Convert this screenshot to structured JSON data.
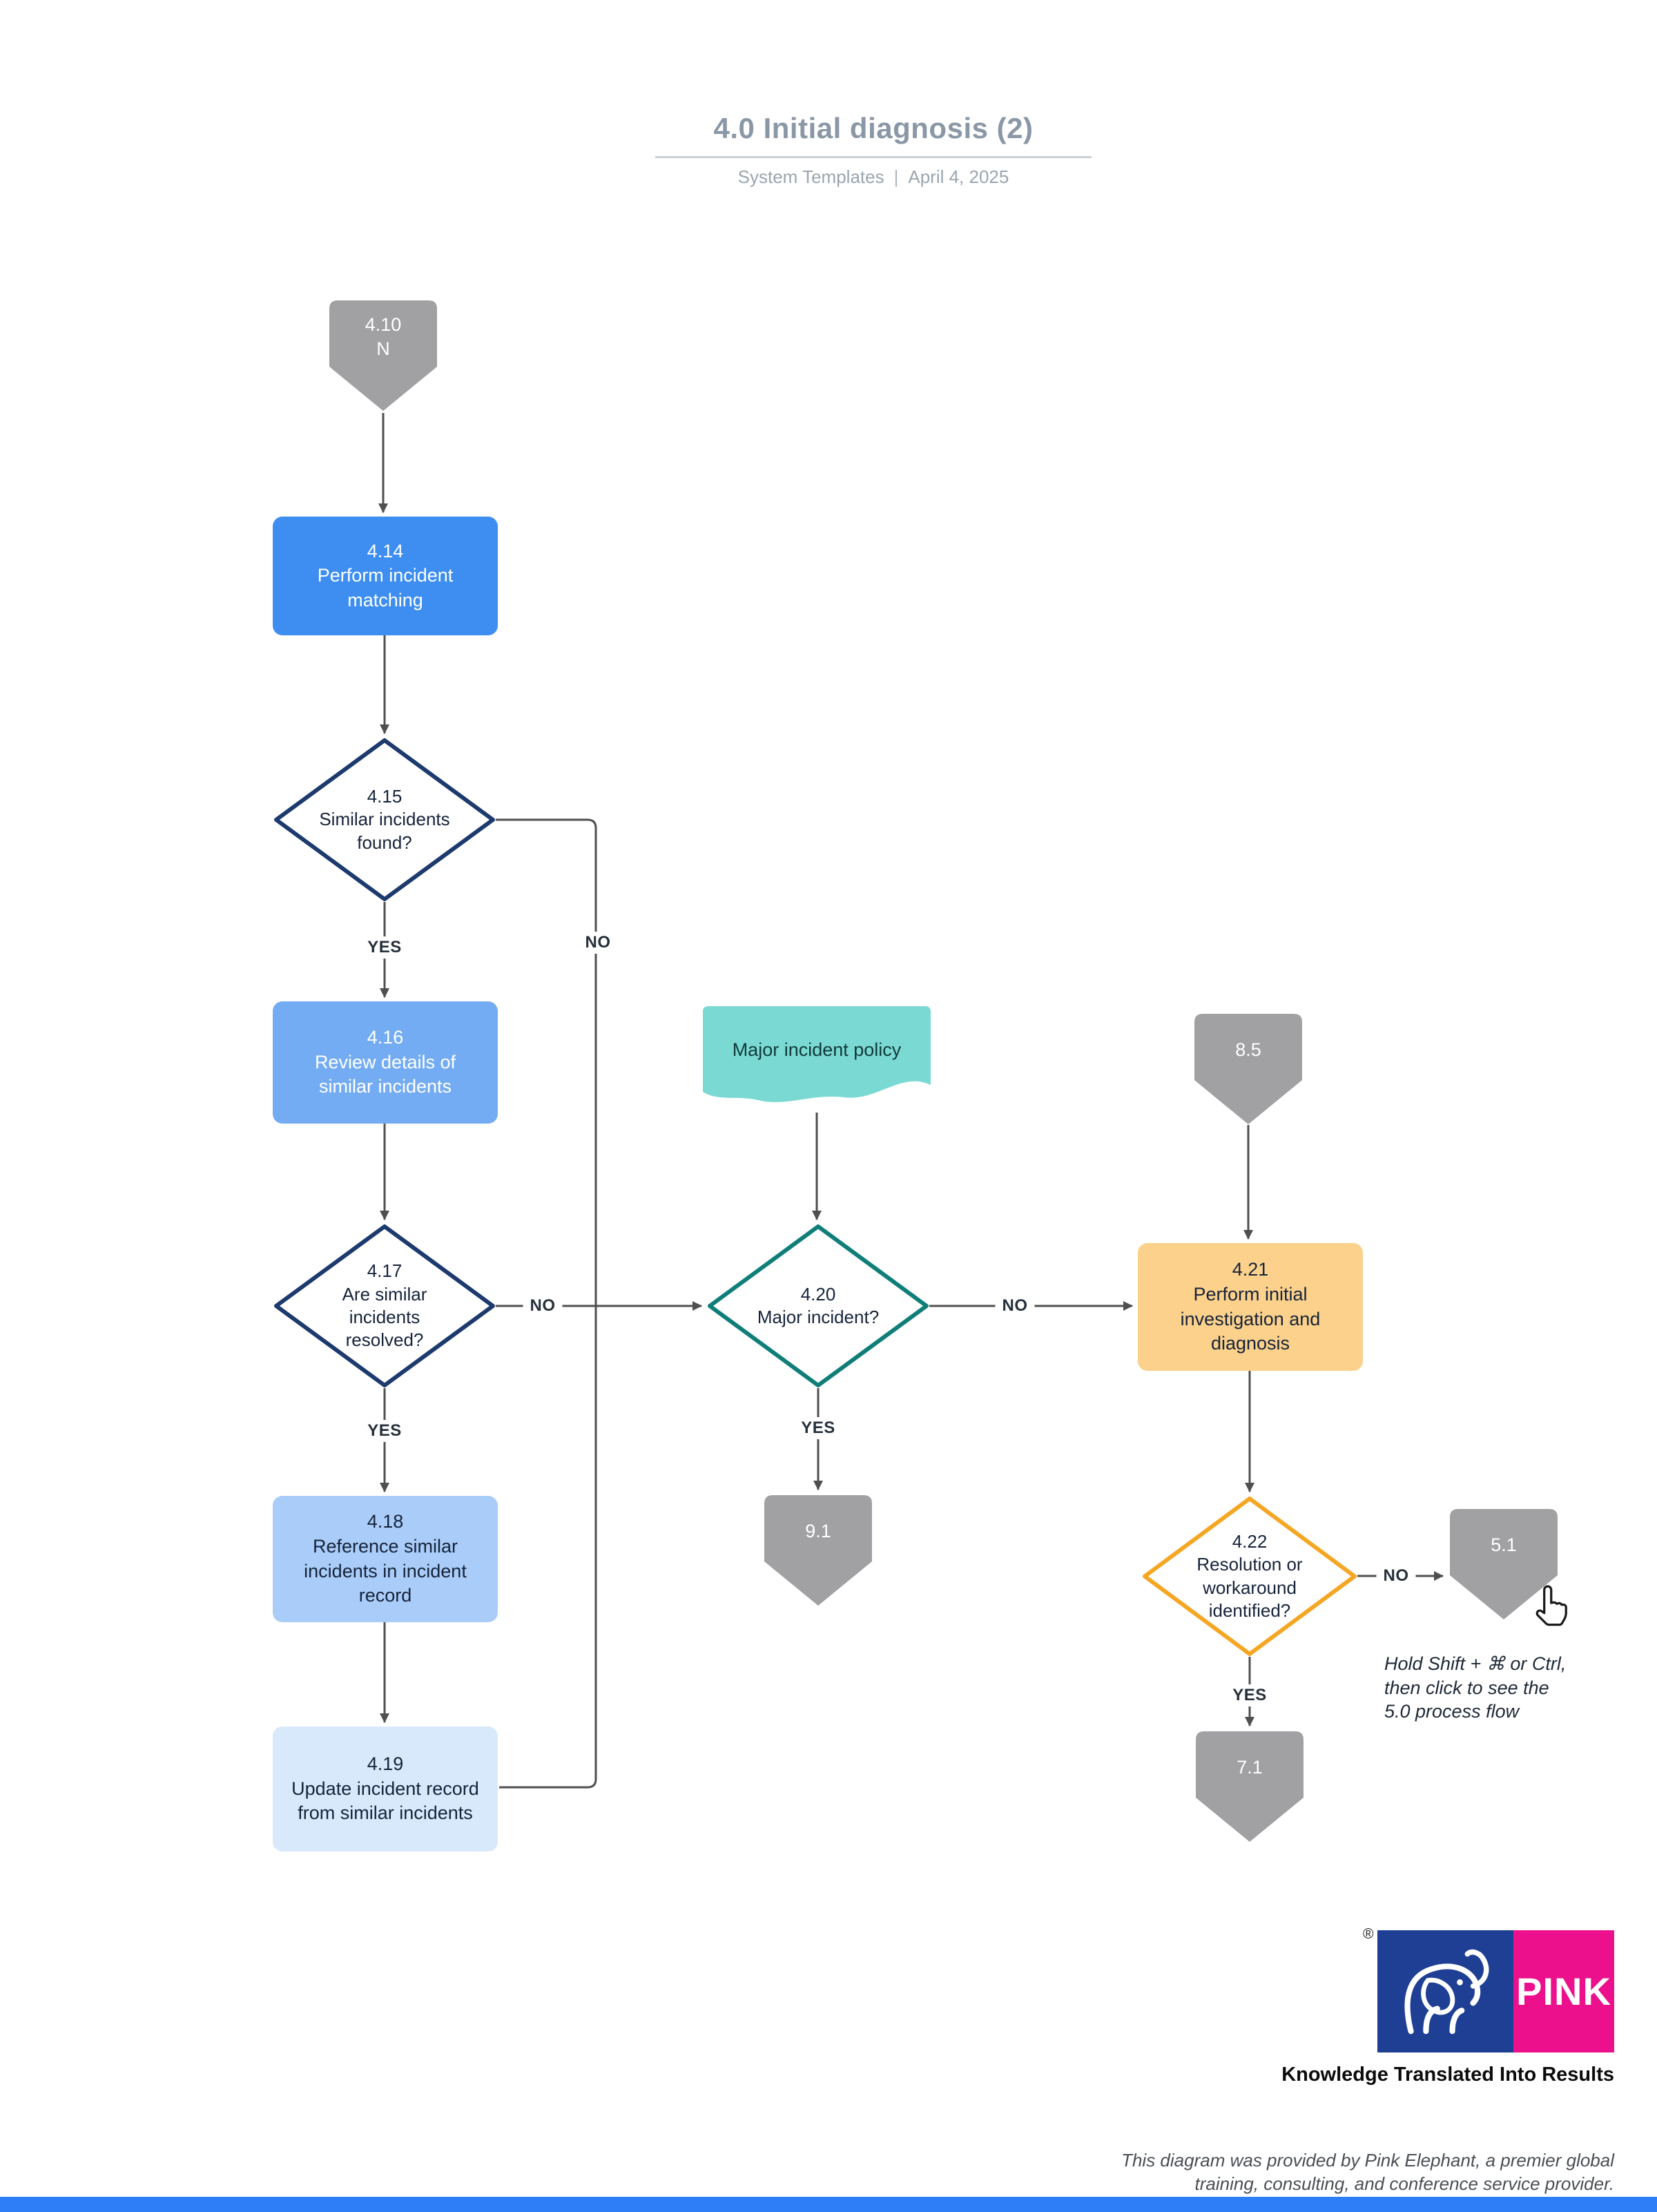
{
  "header": {
    "title": "4.0 Initial diagnosis (2)",
    "subtitle_left": "System Templates",
    "subtitle_sep": "|",
    "subtitle_right": "April 4, 2025"
  },
  "nodes": {
    "c410": {
      "id": "4.10",
      "sub": "N"
    },
    "s414": {
      "id": "4.14",
      "label": "Perform incident matching"
    },
    "d415": {
      "id": "4.15",
      "label": "Similar incidents found?"
    },
    "s416": {
      "id": "4.16",
      "label": "Review details of similar incidents"
    },
    "d417": {
      "id": "4.17",
      "label": "Are similar incidents resolved?"
    },
    "s418": {
      "id": "4.18",
      "label": "Reference similar incidents in incident record"
    },
    "s419": {
      "id": "4.19",
      "label": "Update incident record from similar incidents"
    },
    "doc_policy": {
      "label": "Major incident policy"
    },
    "d420": {
      "id": "4.20",
      "label": "Major incident?"
    },
    "c91": {
      "id": "9.1"
    },
    "c85": {
      "id": "8.5"
    },
    "s421": {
      "id": "4.21",
      "label": "Perform initial investigation and diagnosis"
    },
    "d422": {
      "id": "4.22",
      "label": "Resolution or workaround identified?"
    },
    "c51": {
      "id": "5.1"
    },
    "c71": {
      "id": "7.1"
    }
  },
  "edge_labels": {
    "d415_yes": "YES",
    "d415_no": "NO",
    "d417_yes": "YES",
    "d417_no": "NO",
    "d420_yes": "YES",
    "d420_no": "NO",
    "d422_yes": "YES",
    "d422_no": "NO"
  },
  "annotations": {
    "shortcut_lines": [
      "Hold Shift + ⌘ or Ctrl,",
      "then click to see the",
      "5.0 process flow"
    ]
  },
  "footer": {
    "registered": "®",
    "wordmark": "PINK",
    "tagline": "Knowledge Translated Into Results",
    "note_lines": [
      "This diagram was provided by Pink Elephant, a premier global",
      "training, consulting, and conference service provider."
    ]
  },
  "colors": {
    "process_blue": "#3E8EF1",
    "process_blue_medium": "#74ACF3",
    "process_blue_light": "#A9CCF8",
    "process_blue_pale": "#D8E9FC",
    "decision_navy_border": "#1D3A6E",
    "decision_teal_border": "#0F7E79",
    "decision_orange_border": "#F5A623",
    "process_amber": "#FBD18B",
    "document_teal": "#7BD9D3",
    "connector_gray": "#A1A1A3",
    "line_gray": "#4F4F4F",
    "brand_pink": "#EC108C",
    "brand_blue": "#1E3F94",
    "footer_bar_blue": "#2D7EF7"
  }
}
